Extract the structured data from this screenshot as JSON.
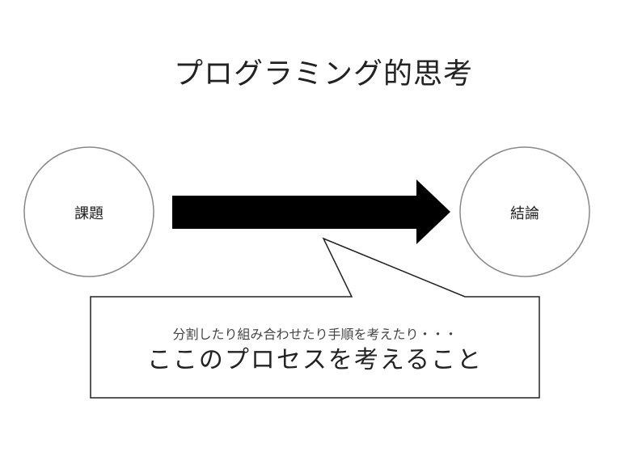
{
  "title": "プログラミング的思考",
  "start_node": "課題",
  "end_node": "結論",
  "callout": {
    "subtext": "分割したり組み合わせたり手順を考えたり・・・",
    "main_text": "ここのプロセスを考えること"
  }
}
